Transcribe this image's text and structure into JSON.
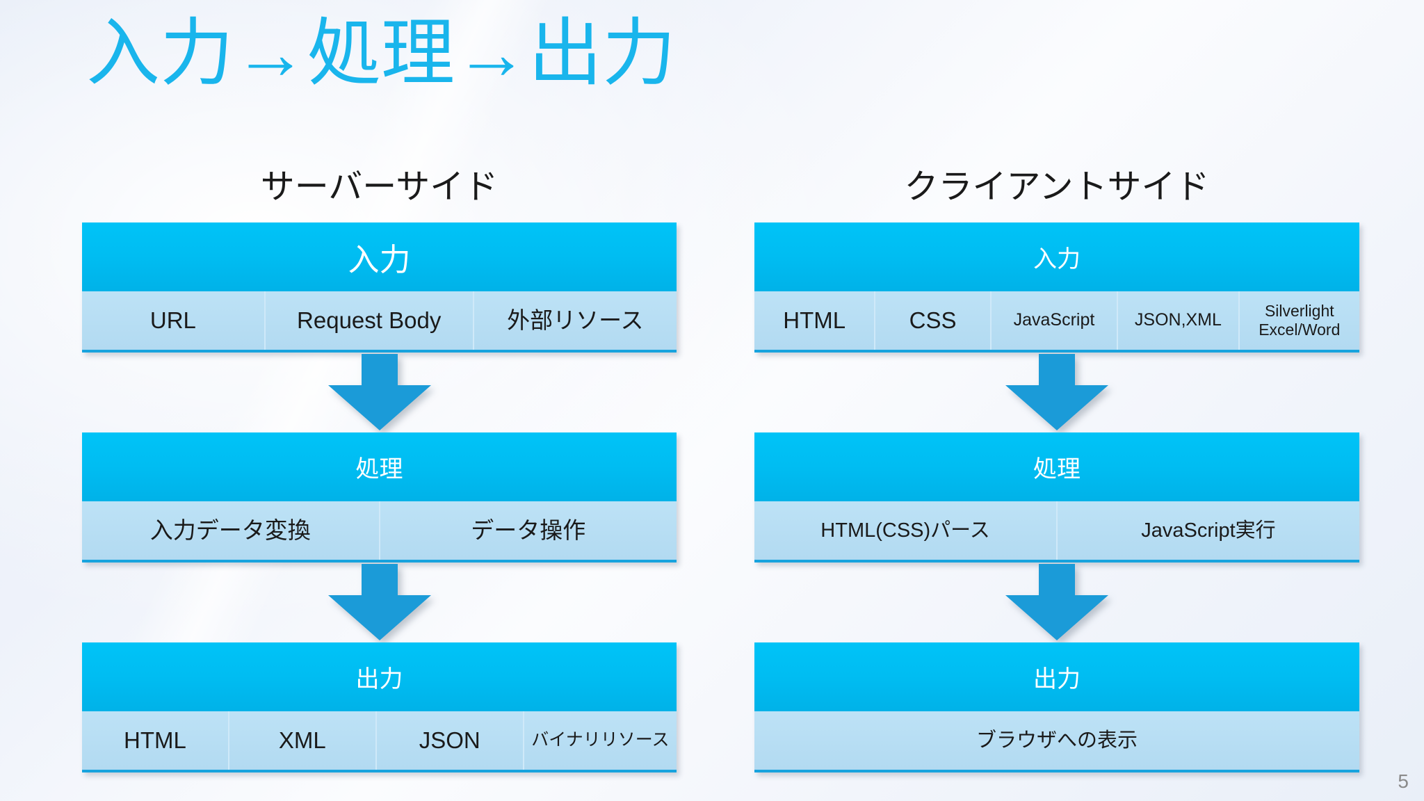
{
  "slide": {
    "title": "入力→処理→出力",
    "page_number": "5",
    "title_color": "#19b5ec",
    "header_color": "#00bdf2",
    "cell_color": "#b7ddf3",
    "arrow_color": "#1b9bd8"
  },
  "columns": [
    {
      "header": "サーバーサイド",
      "blocks": [
        {
          "title": "入力",
          "cells": [
            "URL",
            "Request Body",
            "外部リソース"
          ]
        },
        {
          "title": "処理",
          "cells": [
            "入力データ変換",
            "データ操作"
          ]
        },
        {
          "title": "出力",
          "cells": [
            "HTML",
            "XML",
            "JSON",
            "バイナリリソース"
          ]
        }
      ]
    },
    {
      "header": "クライアントサイド",
      "blocks": [
        {
          "title": "入力",
          "cells": [
            "HTML",
            "CSS",
            "JavaScript",
            "JSON,XML",
            "Silverlight\nExcel/Word"
          ]
        },
        {
          "title": "処理",
          "cells": [
            "HTML(CSS)パース",
            "JavaScript実行"
          ]
        },
        {
          "title": "出力",
          "cells": [
            "ブラウザへの表示"
          ]
        }
      ]
    }
  ]
}
